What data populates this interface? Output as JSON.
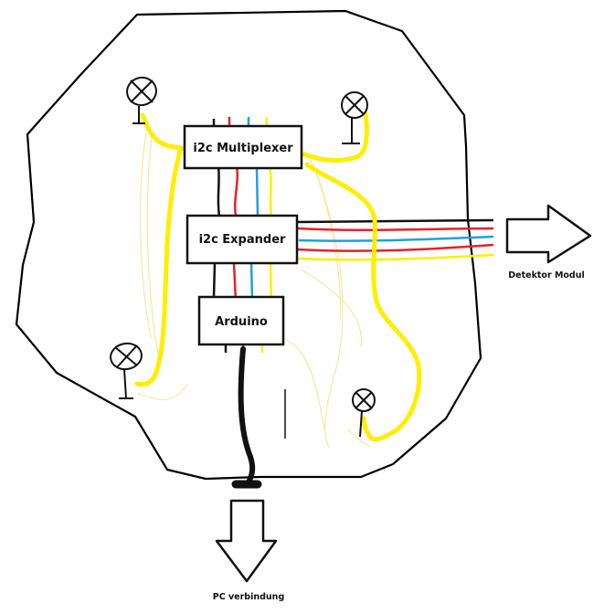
{
  "diagram": {
    "boxes": {
      "multiplexer": "i2c Multiplexer",
      "expander": "i2c Expander",
      "arduino": "Arduino"
    },
    "outputs": {
      "detector": "Detektor Modul",
      "pc": "PC verbindung"
    }
  },
  "colors": {
    "outline": "#000000",
    "wire_yellow": "#ffee00",
    "wire_red": "#e8202a",
    "wire_blue": "#1ea0e0",
    "wire_black": "#111111",
    "faint_yellow": "#f3eaa0"
  }
}
